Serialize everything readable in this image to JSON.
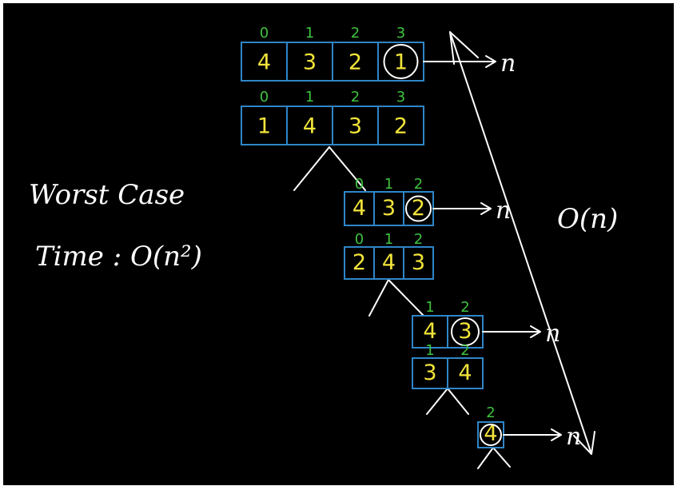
{
  "notes": {
    "line1": "Worst Case",
    "line2": "Time : O(n²)",
    "right": "O(n)"
  },
  "arrow_label": "n",
  "arrays": [
    {
      "indices": [
        "0",
        "1",
        "2",
        "3"
      ],
      "values": [
        "4",
        "3",
        "2",
        "1"
      ],
      "circled_index": 3,
      "arrow": true
    },
    {
      "indices": [
        "0",
        "1",
        "2",
        "3"
      ],
      "values": [
        "1",
        "4",
        "3",
        "2"
      ],
      "circled_index": null,
      "arrow": false
    },
    {
      "indices": [
        "0",
        "1",
        "2"
      ],
      "values": [
        "4",
        "3",
        "2"
      ],
      "circled_index": 2,
      "arrow": true
    },
    {
      "indices": [
        "0",
        "1",
        "2"
      ],
      "values": [
        "2",
        "4",
        "3"
      ],
      "circled_index": null,
      "arrow": false
    },
    {
      "indices": [
        "1",
        "2"
      ],
      "values": [
        "4",
        "3"
      ],
      "circled_index": 1,
      "arrow": true
    },
    {
      "indices": [
        "1",
        "2"
      ],
      "values": [
        "3",
        "4"
      ],
      "circled_index": null,
      "arrow": false
    },
    {
      "indices": [
        "2"
      ],
      "values": [
        "4"
      ],
      "circled_index": 0,
      "arrow": true
    }
  ],
  "colors": {
    "background": "#000000",
    "frame": "#ffffff",
    "box": "#2f86c8",
    "value": "#f2e43a",
    "index": "#3fc23f",
    "chalk": "#ffffff"
  }
}
